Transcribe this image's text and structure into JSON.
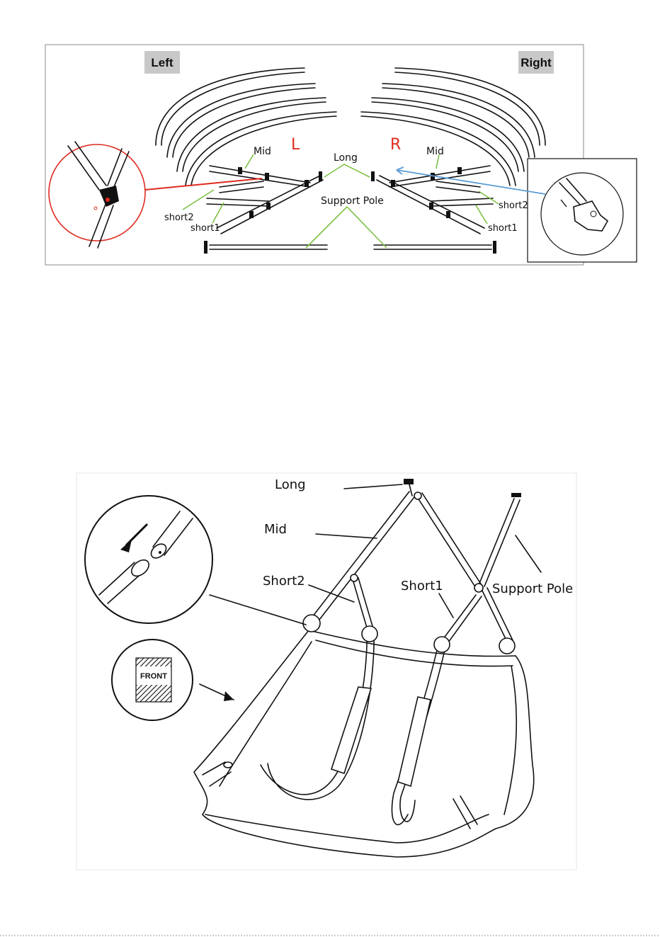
{
  "top_diagram": {
    "left_tag": "Left",
    "right_tag": "Right",
    "letter_left": "L",
    "letter_right": "R",
    "labels": {
      "mid_left": "Mid",
      "mid_right": "Mid",
      "long": "Long",
      "support_pole": "Support Pole",
      "short2_left": "short2",
      "short1_left": "short1",
      "short2_right": "short2",
      "short1_right": "short1"
    },
    "colors": {
      "callout_green": "#7cc143",
      "callout_red": "#e02b20",
      "callout_blue": "#5b9bd5",
      "tag_gray": "#c8c8c8"
    }
  },
  "bottom_diagram": {
    "labels": {
      "long": "Long",
      "mid": "Mid",
      "short2": "Short2",
      "short1": "Short1",
      "support_pole": "Support Pole",
      "front": "FRONT"
    }
  }
}
